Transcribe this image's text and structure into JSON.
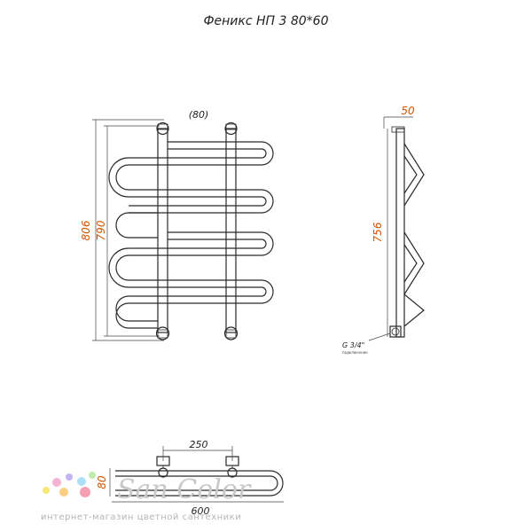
{
  "title": "Феникс НП 3 80*60",
  "front_view": {
    "dim_top": "(80)",
    "dim_height_outer": "806",
    "dim_height_inner": "790"
  },
  "side_view": {
    "dim_depth": "50",
    "dim_height": "756",
    "connection_label": "G 3/4\"",
    "connection_sub": "подключение"
  },
  "top_view": {
    "dim_centers": "250",
    "dim_depth": "80",
    "dim_width": "600"
  },
  "watermark": {
    "brand": "San Color",
    "tagline": "интернет-магазин цветной сантехники",
    "dot_colors": [
      "#f6e35a",
      "#f2a6c8",
      "#b9a6ef",
      "#9fd9f5",
      "#b6e6a1",
      "#f9c56c",
      "#f48fa8"
    ]
  }
}
